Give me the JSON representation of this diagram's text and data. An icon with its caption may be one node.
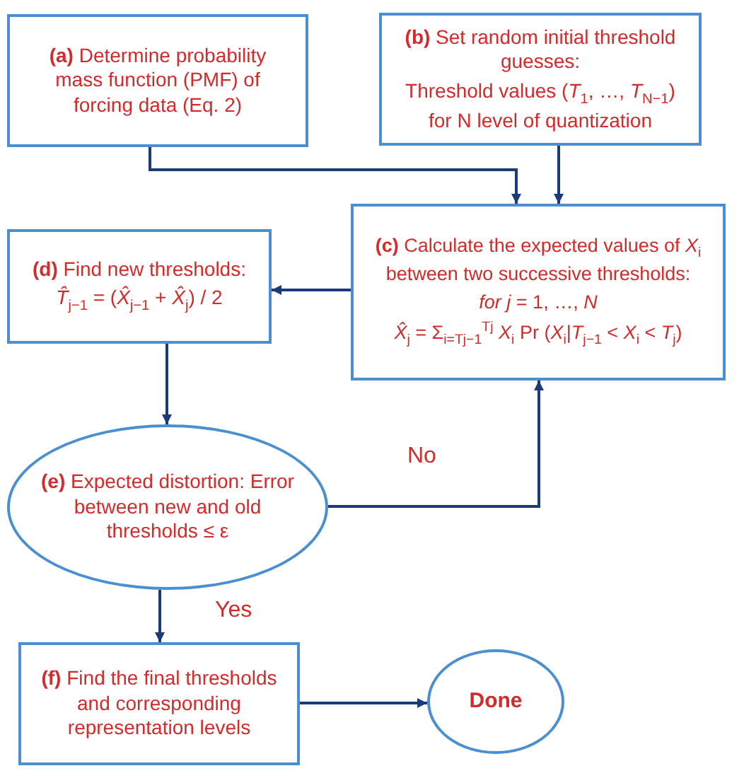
{
  "diagram": {
    "nodes": [
      {
        "text": [
          "**(a)** Determine probability mass function (PMF) of forcing data (Eq. 2)"
        ]
      },
      {
        "text": [
          "**(b)** Set random initial threshold guesses:",
          "Threshold values (*T*$_{1}$, …, *T*$_{N−1}$) for N level of quantization"
        ]
      },
      {
        "text": [
          "**(c)** Calculate the expected values of *X*$_{i}$ between two successive thresholds:",
          "*for j* = 1, …, *N*",
          "*X̂*$_{j}$ = Σ$_{i=Tj−1}$$^{Tj}$ *X*$_{i}$ Pr (*X*$_{i}$|*T*$_{j−1}$ < *X*$_{i}$ < *T*$_{j}$)"
        ]
      },
      {
        "text": [
          "**(d)** Find new thresholds:",
          "*T̂*$_{j−1}$ = (*X̂*$_{j−1}$ + *X̂*$_{j}$) / 2"
        ]
      },
      {
        "text": [
          "**(e)** Expected distortion: Error between new and old thresholds ≤ ε"
        ]
      },
      {
        "text": [
          "**(f)** Find the final thresholds and corresponding representation levels"
        ]
      },
      {
        "text": [
          "Done"
        ]
      }
    ],
    "edges": [
      {
        "from": 0,
        "to": 2,
        "arrow": "to"
      },
      {
        "from": 1,
        "to": 2,
        "arrow": "to"
      },
      {
        "from": 2,
        "to": 3,
        "arrow": "to"
      },
      {
        "from": 3,
        "to": 4,
        "arrow": "to"
      },
      {
        "from": 4,
        "to": 2,
        "arrow": "to",
        "label": "No"
      },
      {
        "from": 4,
        "to": 5,
        "arrow": "to",
        "label": "Yes"
      },
      {
        "from": 5,
        "to": 6,
        "arrow": "to"
      }
    ]
  }
}
